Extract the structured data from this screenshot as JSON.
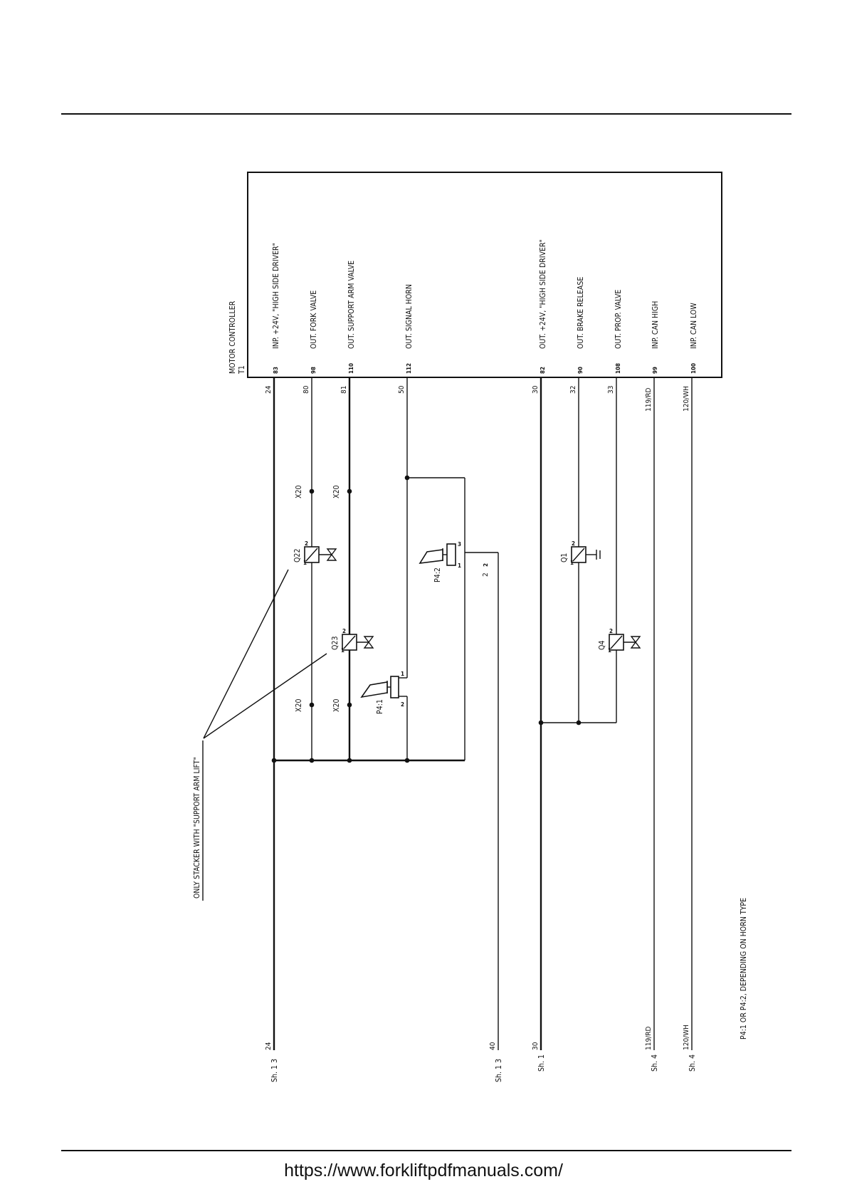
{
  "controller": {
    "title": "MOTOR CONTROLLER",
    "ref": "T1",
    "pins": [
      {
        "pin": "83",
        "label": "INP. +24V, \"HIGH SIDE DRIVER\"",
        "wire": "24"
      },
      {
        "pin": "98",
        "label": "OUT. FORK VALVE",
        "wire": "80"
      },
      {
        "pin": "110",
        "label": "OUT. SUPPORT ARM VALVE",
        "wire": "81"
      },
      {
        "pin": "112",
        "label": "OUT. SIGNAL HORN",
        "wire": "50"
      },
      {
        "pin": "82",
        "label": "OUT. +24V, \"HIGH SIDE DRIVER\"",
        "wire": "30"
      },
      {
        "pin": "90",
        "label": "OUT. BRAKE RELEASE",
        "wire": "32"
      },
      {
        "pin": "108",
        "label": "OUT. PROP. VALVE",
        "wire": "33"
      },
      {
        "pin": "99",
        "label": "INP. CAN HIGH",
        "wire": "119/RD"
      },
      {
        "pin": "100",
        "label": "INP. CAN LOW",
        "wire": "120/WH"
      }
    ]
  },
  "connectors": {
    "x20": "X20"
  },
  "components": {
    "q22": {
      "ref": "Q22",
      "pin1": "1",
      "pin2": "2"
    },
    "q23": {
      "ref": "Q23",
      "pin1": "1",
      "pin2": "2"
    },
    "q1": {
      "ref": "Q1",
      "pin1": "1",
      "pin2": "2"
    },
    "q4": {
      "ref": "Q4",
      "pin1": "1",
      "pin2": "2"
    },
    "p41": {
      "ref": "P4:1",
      "pin1": "1",
      "pin2": "2"
    },
    "p42": {
      "ref": "P4:2",
      "pin1": "1",
      "pin2": "2",
      "pin3": "3"
    }
  },
  "sheet_refs": [
    {
      "sheet": "Sh. 1 3",
      "wire": "24"
    },
    {
      "sheet": "Sh. 1 3",
      "wire": "40"
    },
    {
      "sheet": "Sh. 1",
      "wire": "30"
    },
    {
      "sheet": "Sh. 4",
      "wire": "119/RD"
    },
    {
      "sheet": "Sh. 4",
      "wire": "120/WH"
    }
  ],
  "wire_horn_p42": "2",
  "notes": {
    "only_stacker": "ONLY STACKER WITH \"SUPPORT ARM LIFT\"",
    "horn_type": "P4:1 OR P4:2, DEPENDING ON HORN TYPE"
  },
  "footer": {
    "url": "https://www.forkliftpdfmanuals.com/"
  }
}
